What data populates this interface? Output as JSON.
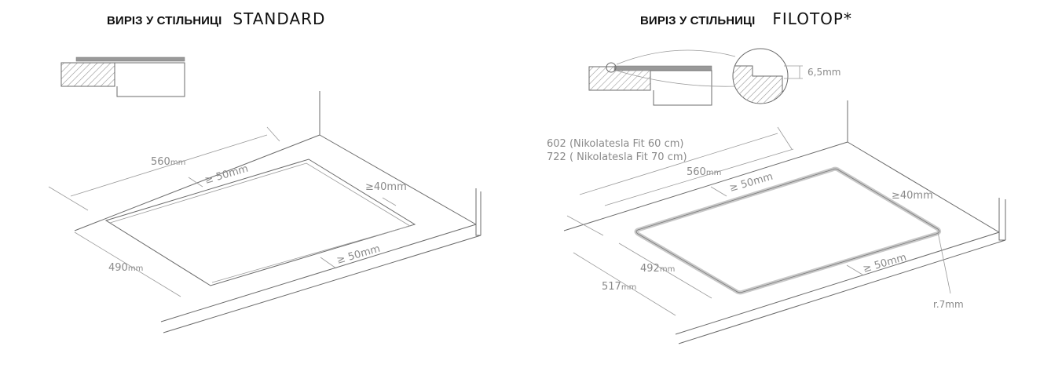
{
  "left": {
    "title_ua": "ВИРІЗ У СТІЛЬНИЦІ",
    "title_mode": "STANDARD",
    "dims": {
      "width": "560",
      "depth": "490",
      "unit": "mm",
      "min_back": "≥ 50mm",
      "min_front": "≥ 50mm",
      "min_side": "≥40mm"
    }
  },
  "right": {
    "title_ua": "ВИРІЗ У СТІЛЬНИЦІ",
    "title_mode": "FILOTOP*",
    "dims": {
      "outer_width_line1": "602 (Nikolatesla Fit 60 cm)",
      "outer_width_line2": "722 ( Nikolatesla Fit 70 cm)",
      "width": "560",
      "depth_inner": "492",
      "depth_outer": "517",
      "unit": "mm",
      "min_back": "≥ 50mm",
      "min_front": "≥ 50mm",
      "min_side": "≥40mm",
      "radius": "r.7mm",
      "step": "6,5mm"
    }
  }
}
